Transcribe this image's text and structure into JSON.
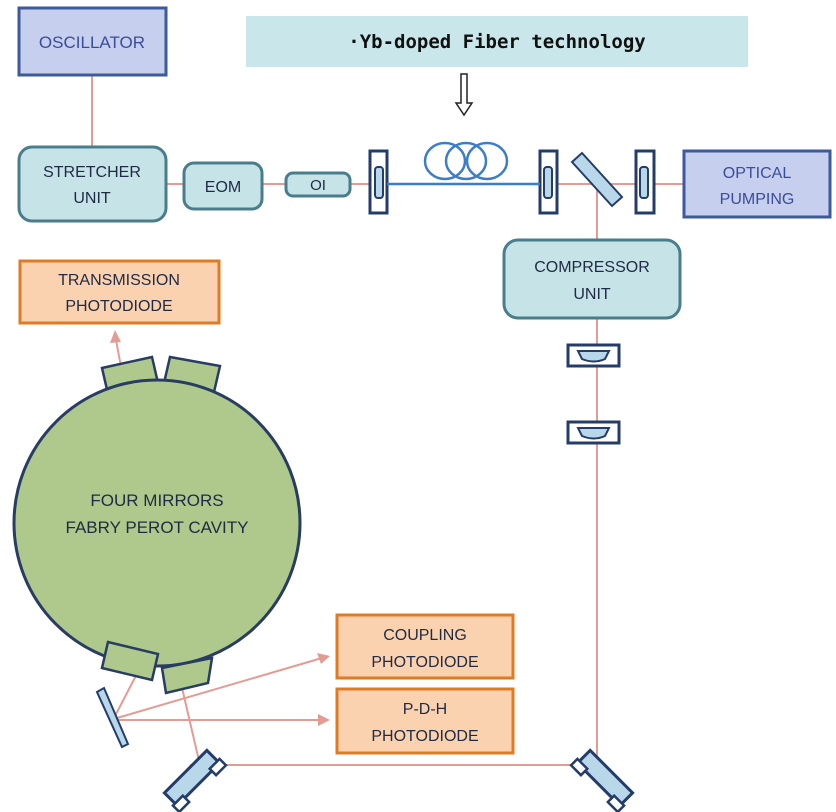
{
  "banner": {
    "text": "·Yb-doped Fiber technology"
  },
  "blocks": {
    "oscillator": "OSCILLATOR",
    "stretcher": [
      "STRETCHER",
      "UNIT"
    ],
    "eom": "EOM",
    "oi": "OI",
    "optical_pumping": [
      "OPTICAL",
      "PUMPING"
    ],
    "compressor": [
      "COMPRESSOR",
      "UNIT"
    ],
    "transmission_pd": [
      "TRANSMISSION",
      "PHOTODIODE"
    ],
    "cavity": [
      "FOUR MIRRORS",
      "FABRY PEROT CAVITY"
    ],
    "coupling_pd": [
      "COUPLING",
      "PHOTODIODE"
    ],
    "pdh_pd": [
      "P-D-H",
      "PHOTODIODE"
    ]
  },
  "colors": {
    "beam": "#e39c94",
    "block_fill_teal": "#c6e3e7",
    "block_stroke_teal": "#4a7d8c",
    "block_fill_blue": "#c7cfee",
    "block_stroke_blue": "#3d5a9a",
    "block_fill_orange": "#fbd2b0",
    "block_stroke_orange": "#e07b24",
    "cavity_fill": "#aec98b",
    "cavity_stroke": "#283c64",
    "banner_fill": "#c9e6ea",
    "fiber": "#3d7dc8",
    "mirror_stroke": "#243c6a",
    "mirror_fill": "#b8d8ea",
    "text_dark": "#1f2a44",
    "text_blue": "#3b4c9c"
  }
}
